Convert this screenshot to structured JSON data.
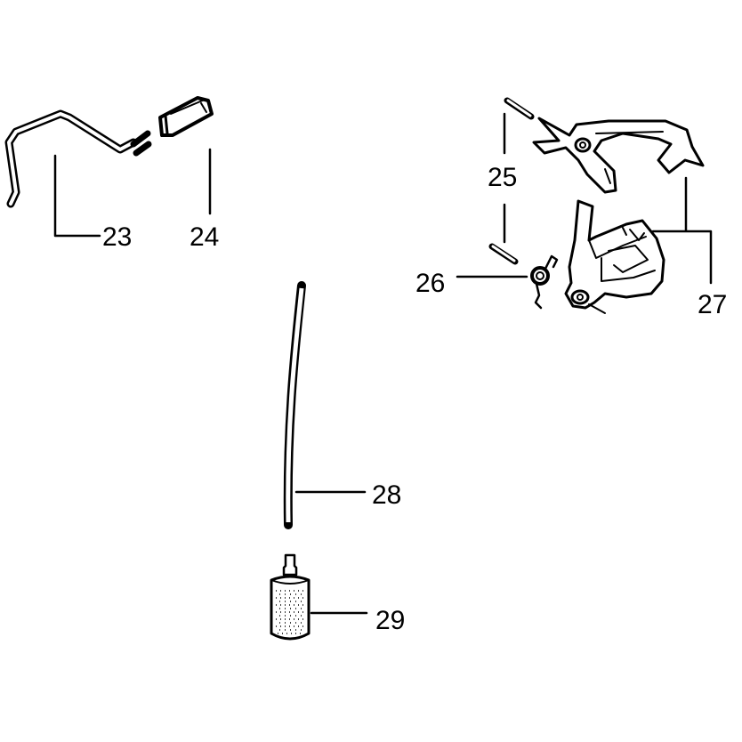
{
  "labels": {
    "p23": "23",
    "p24": "24",
    "p25": "25",
    "p26": "26",
    "p27": "27",
    "p28": "28",
    "p29": "29"
  },
  "colors": {
    "ink": "#000000",
    "paper": "#ffffff"
  }
}
